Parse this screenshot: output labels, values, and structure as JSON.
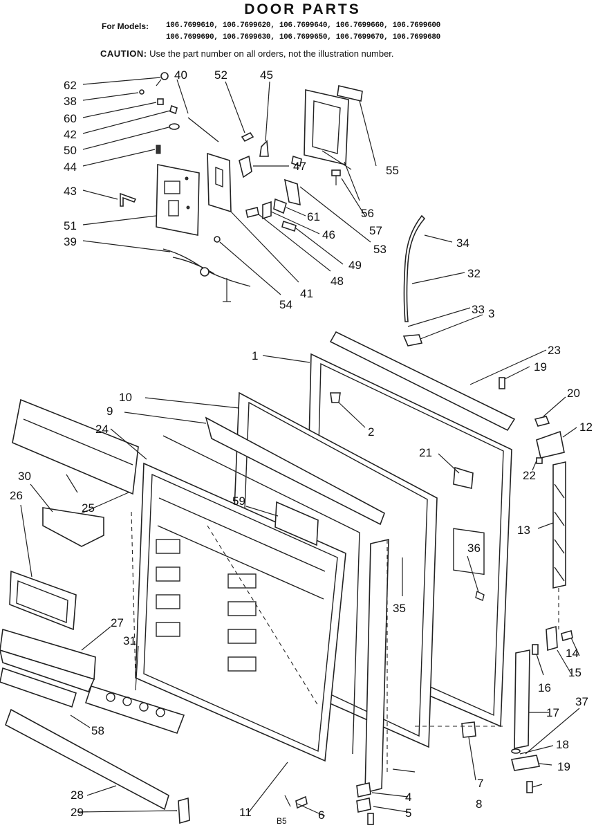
{
  "header": {
    "title": "DOOR PARTS",
    "models_label": "For Models:",
    "models_line1": "106.7699610, 106.7699620, 106.7699640, 106.7699660, 106.7699600",
    "models_line2": "106.7699690, 106.7699630, 106.7699650, 106.7699670, 106.7699680",
    "caution_label": "CAUTION:",
    "caution_text": "Use the part number on all orders, not the illustration number."
  },
  "callouts": [
    "1",
    "2",
    "3",
    "4",
    "5",
    "6",
    "7",
    "8",
    "9",
    "10",
    "11",
    "12",
    "13",
    "14",
    "15",
    "16",
    "17",
    "18",
    "19",
    "19",
    "19",
    "20",
    "21",
    "22",
    "23",
    "24",
    "25",
    "26",
    "27",
    "28",
    "29",
    "30",
    "31",
    "32",
    "33",
    "34",
    "35",
    "36",
    "37",
    "38",
    "39",
    "40",
    "41",
    "42",
    "43",
    "44",
    "45",
    "46",
    "47",
    "48",
    "49",
    "50",
    "51",
    "52",
    "53",
    "54",
    "55",
    "56",
    "57",
    "58",
    "59",
    "60",
    "61",
    "62"
  ],
  "footer_code": "B5"
}
